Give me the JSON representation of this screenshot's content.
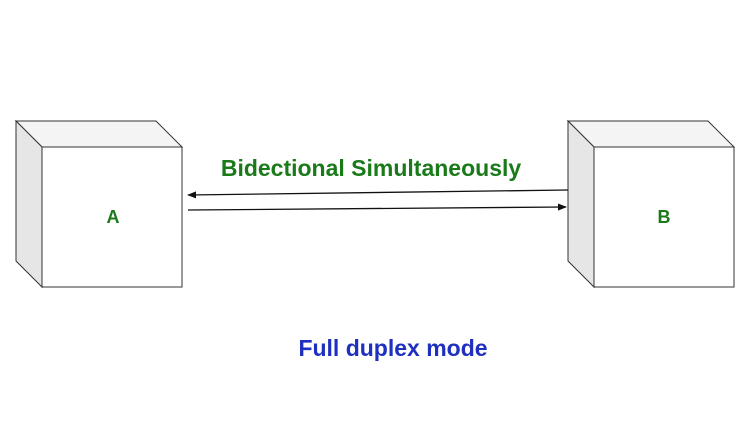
{
  "nodes": {
    "a": {
      "label": "A"
    },
    "b": {
      "label": "B"
    }
  },
  "connection": {
    "label": "Bidectional Simultaneously"
  },
  "caption": "Full duplex mode",
  "colors": {
    "node_label": "#1a7a1a",
    "connection_label": "#1a7a1a",
    "caption": "#1f2fbf",
    "box_front": "#ffffff",
    "box_side": "#e6e6e6",
    "box_top": "#f4f4f4",
    "stroke": "#333333",
    "arrow": "#111111"
  }
}
